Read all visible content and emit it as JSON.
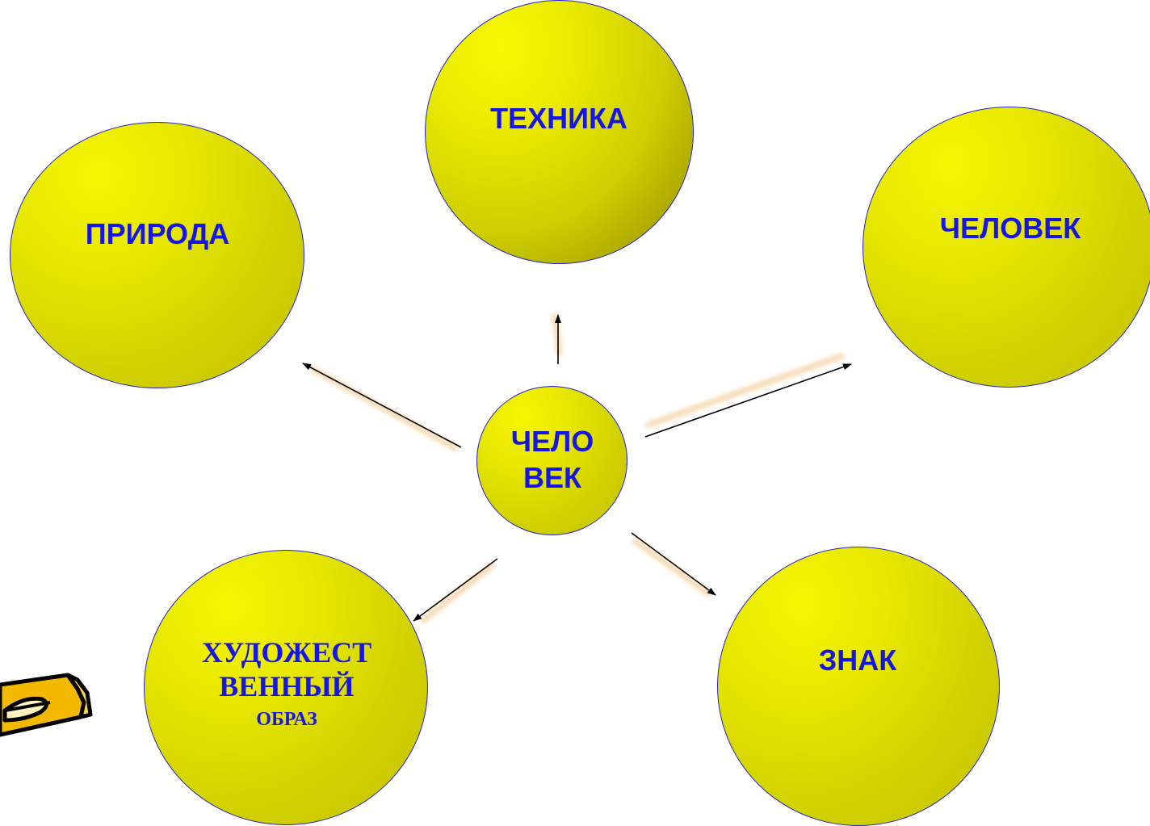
{
  "center": {
    "line1": "ЧЕЛО",
    "line2": "ВЕК"
  },
  "nodes": {
    "technika": "ТЕХНИКА",
    "priroda": "ПРИРОДА",
    "chelovek": "ЧЕЛОВЕК",
    "znak": "ЗНАК",
    "obraz": {
      "line1": "ХУДОЖЕСТ",
      "line2": "ВЕННЫЙ",
      "line3": "ОБРАЗ"
    }
  },
  "colors": {
    "node_fill": "#e6e600",
    "node_outline": "#2222cc",
    "text": "#1515e6",
    "arrow": "#000000",
    "arrow_glow": "#f6d9a8",
    "pencil_body": "#f5b800",
    "pencil_outline": "#000000"
  },
  "icons": [
    "pencil-icon"
  ]
}
